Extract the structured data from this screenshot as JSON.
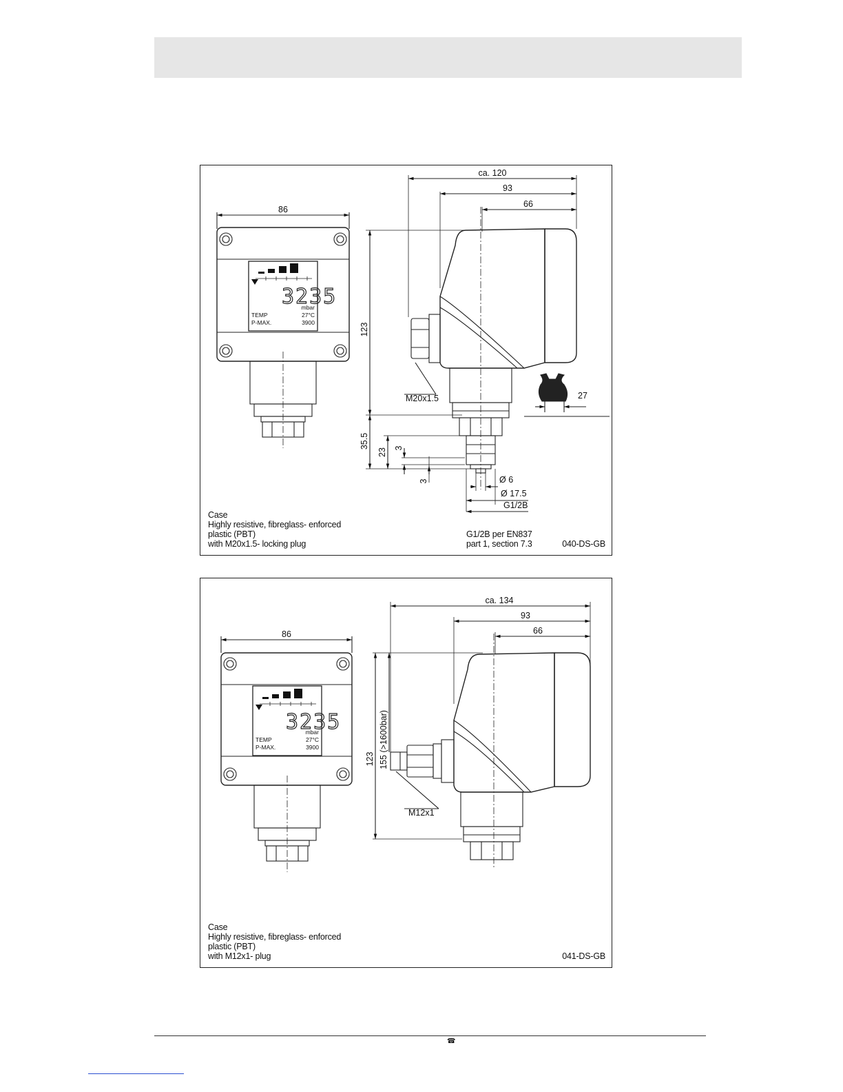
{
  "drawing_1": {
    "dimensions": {
      "width_front": "86",
      "total_depth": "ca. 120",
      "depth_93": "93",
      "depth_66": "66",
      "height": "123",
      "height_35_5": "35.5",
      "height_23": "23",
      "height_3a": "3",
      "height_3b": "3",
      "diameter_6": "Ø 6",
      "diameter_17_5": "Ø 17.5",
      "thread": "G1/2B",
      "wrench": "27",
      "cable_gland": "M20x1.5"
    },
    "display": {
      "reading": "3235",
      "unit": "mbar",
      "row1_label": "TEMP",
      "row1_value": "27°C",
      "row2_label": "P-MAX.",
      "row2_value": "3900"
    },
    "caption": [
      "Case",
      "Highly resistive, fibreglass- enforced",
      "plastic (PBT)",
      "with M20x1.5- locking plug"
    ],
    "thread_note": [
      "G1/2B per EN837",
      "part 1, section 7.3"
    ],
    "code": "040-DS-GB"
  },
  "drawing_2": {
    "dimensions": {
      "width_front": "86",
      "total_depth": "ca. 134",
      "depth_93": "93",
      "depth_66": "66",
      "height_123": "123",
      "height_155": "155 (>1600bar)",
      "plug": "M12x1"
    },
    "display": {
      "reading": "3235",
      "unit": "mbar",
      "row1_label": "TEMP",
      "row1_value": "27°C",
      "row2_label": "P-MAX.",
      "row2_value": "3900"
    },
    "caption": [
      "Case",
      "Highly resistive, fibreglass- enforced",
      "plastic (PBT)",
      "with M12x1- plug"
    ],
    "code": "041-DS-GB"
  },
  "footer": {
    "icon": "telephone-icon",
    "phone_glyph": "☎"
  },
  "colors": {
    "header_band": "#e6e6e6",
    "line": "#222222",
    "link_underline": "#2a4fd0"
  }
}
